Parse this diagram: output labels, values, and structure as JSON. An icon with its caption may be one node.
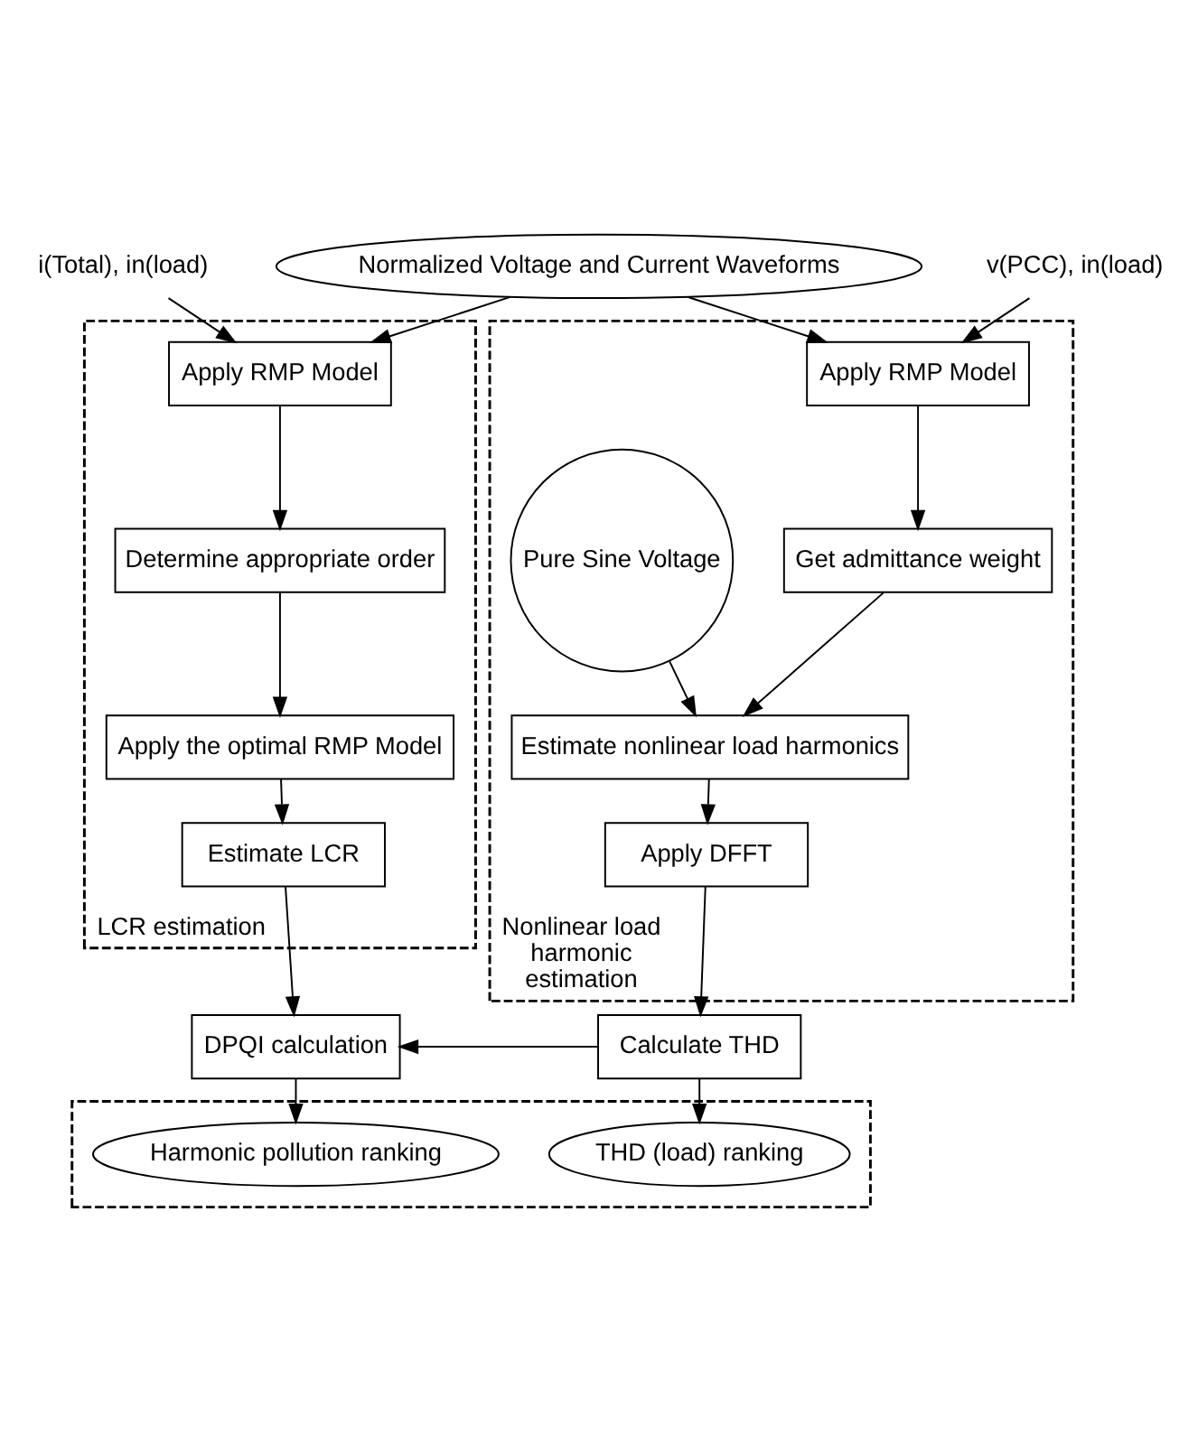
{
  "diagram": {
    "nodes": [
      {
        "text": [
          "Normalized Voltage and Current Waveforms"
        ]
      },
      {
        "text": [
          "i(Total), in(load)"
        ]
      },
      {
        "text": [
          "v(PCC), in(load)"
        ]
      },
      {
        "text": [
          "LCR estimation"
        ]
      },
      {
        "text": [
          "Apply RMP Model"
        ],
        "in": 3
      },
      {
        "text": [
          "Determine appropriate order"
        ],
        "in": 3
      },
      {
        "text": [
          "Apply the optimal RMP Model"
        ],
        "in": 3
      },
      {
        "text": [
          "Estimate LCR"
        ],
        "in": 3
      },
      {
        "text": [
          "Nonlinear load harmonic estimation"
        ]
      },
      {
        "text": [
          "Apply RMP Model"
        ],
        "in": 8
      },
      {
        "text": [
          "Get admittance weight"
        ],
        "in": 8
      },
      {
        "text": [
          "Pure Sine Voltage"
        ],
        "in": 8
      },
      {
        "text": [
          "Estimate nonlinear load harmonics"
        ],
        "in": 8
      },
      {
        "text": [
          "Apply DFFT"
        ],
        "in": 8
      },
      {
        "text": [
          "DPQI calculation"
        ]
      },
      {
        "text": [
          "Calculate THD"
        ]
      },
      {
        "text": [],
        "shape": "box"
      },
      {
        "text": [
          "Harmonic pollution ranking"
        ],
        "in": 16
      },
      {
        "text": [
          "THD (load) ranking"
        ],
        "in": 16
      }
    ],
    "edges": [
      {
        "from": 0,
        "to": 4,
        "arrow": "to"
      },
      {
        "from": 0,
        "to": 9,
        "arrow": "to"
      },
      {
        "from": 1,
        "to": 4,
        "arrow": "to"
      },
      {
        "from": 2,
        "to": 9,
        "arrow": "to"
      },
      {
        "from": 4,
        "to": 5,
        "arrow": "to"
      },
      {
        "from": 5,
        "to": 6,
        "arrow": "to"
      },
      {
        "from": 6,
        "to": 7,
        "arrow": "to"
      },
      {
        "from": 7,
        "to": 14,
        "arrow": "to"
      },
      {
        "from": 9,
        "to": 10,
        "arrow": "to"
      },
      {
        "from": 10,
        "to": 12,
        "arrow": "to"
      },
      {
        "from": 11,
        "to": 12,
        "arrow": "to"
      },
      {
        "from": 12,
        "to": 13,
        "arrow": "to"
      },
      {
        "from": 13,
        "to": 15,
        "arrow": "to"
      },
      {
        "from": 15,
        "to": 14,
        "arrow": "to"
      },
      {
        "from": 14,
        "to": 17,
        "arrow": "to"
      },
      {
        "from": 15,
        "to": 18,
        "arrow": "to"
      }
    ]
  }
}
